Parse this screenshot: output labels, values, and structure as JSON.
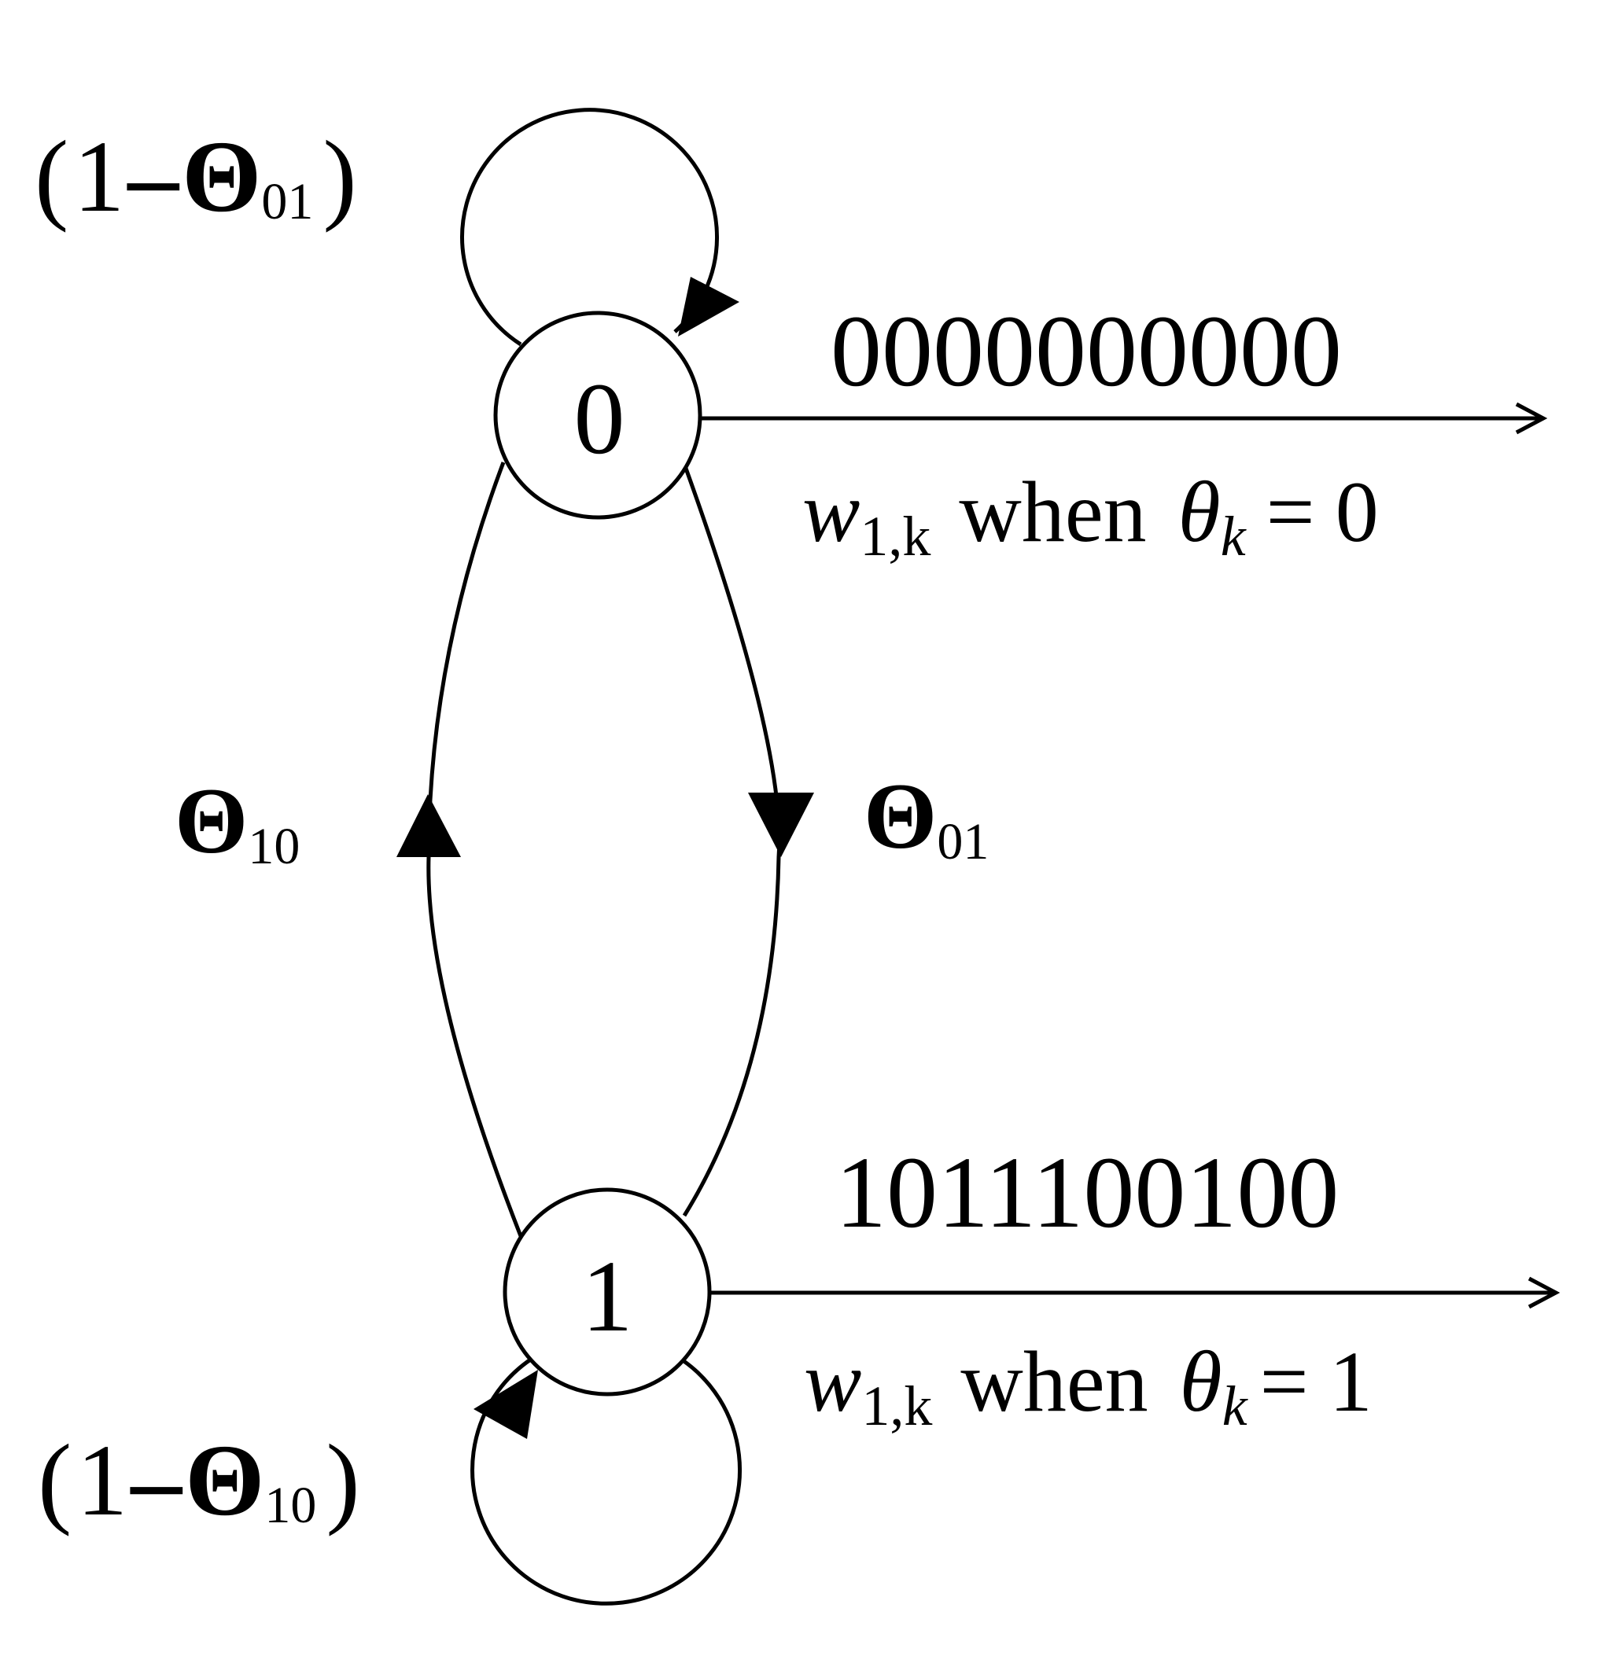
{
  "states": [
    {
      "id": "state-0",
      "label": "0"
    },
    {
      "id": "state-1",
      "label": "1"
    }
  ],
  "transitions": {
    "self_loop_0": {
      "open": "(",
      "one": "1",
      "minus": "–",
      "theta": "Θ",
      "sub": "01",
      "close": ")"
    },
    "self_loop_1": {
      "open": "(",
      "one": "1",
      "minus": "–",
      "theta": "Θ",
      "sub": "10",
      "close": ")"
    },
    "edge_1_to_0": {
      "theta": "Θ",
      "sub": "10"
    },
    "edge_0_to_1": {
      "theta": "Θ",
      "sub": "01"
    }
  },
  "outputs": {
    "state_0": {
      "sequence": "0000000000",
      "w": "w",
      "w_sub": "1,k",
      "when": "when",
      "theta": "θ",
      "theta_sub": "k",
      "eq": "=",
      "val": "0"
    },
    "state_1": {
      "sequence": "1011100100",
      "w": "w",
      "w_sub": "1,k",
      "when": "when",
      "theta": "θ",
      "theta_sub": "k",
      "eq": "=",
      "val": "1"
    }
  }
}
